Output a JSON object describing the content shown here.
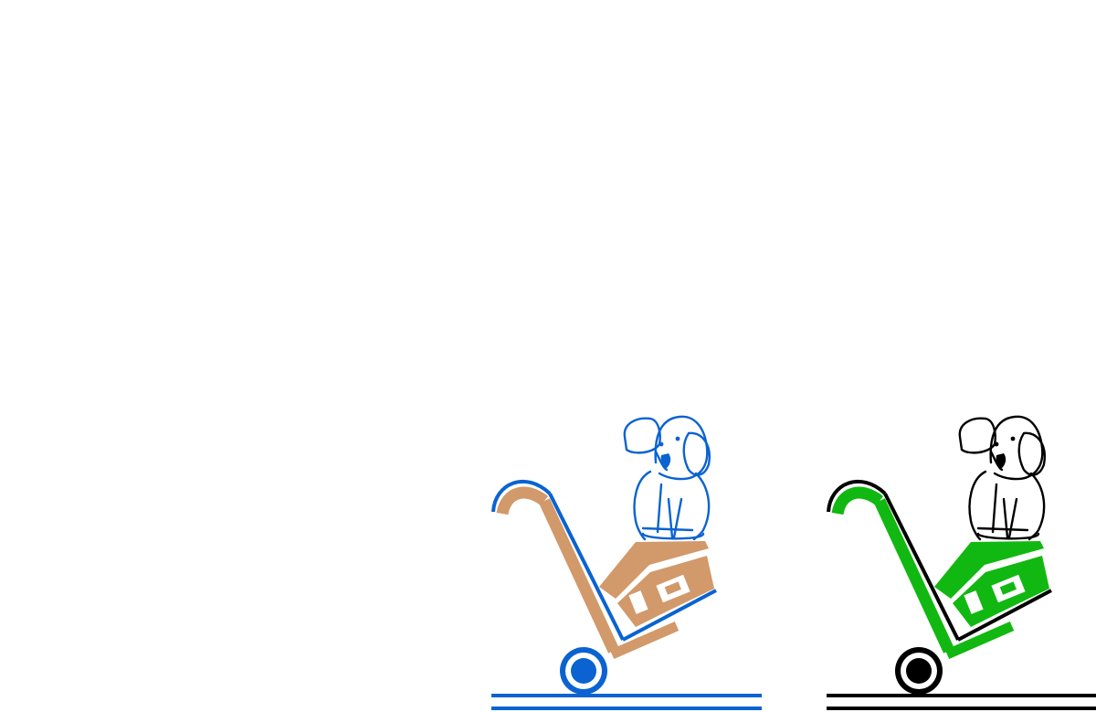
{
  "logos": [
    {
      "name": "logo-variant-color",
      "palette": {
        "line": "#0a63d1",
        "body": "#d2996a",
        "wheel_inner": "#0a63d1",
        "background": "#ffffff"
      }
    },
    {
      "name": "logo-variant-green-black",
      "palette": {
        "line": "#000000",
        "body": "#11b811",
        "wheel_inner": "#000000",
        "background": "#ffffff"
      }
    }
  ],
  "icons": [
    "dog-icon",
    "hand-truck-icon",
    "house-icon",
    "wheel-icon",
    "ground-lines"
  ]
}
